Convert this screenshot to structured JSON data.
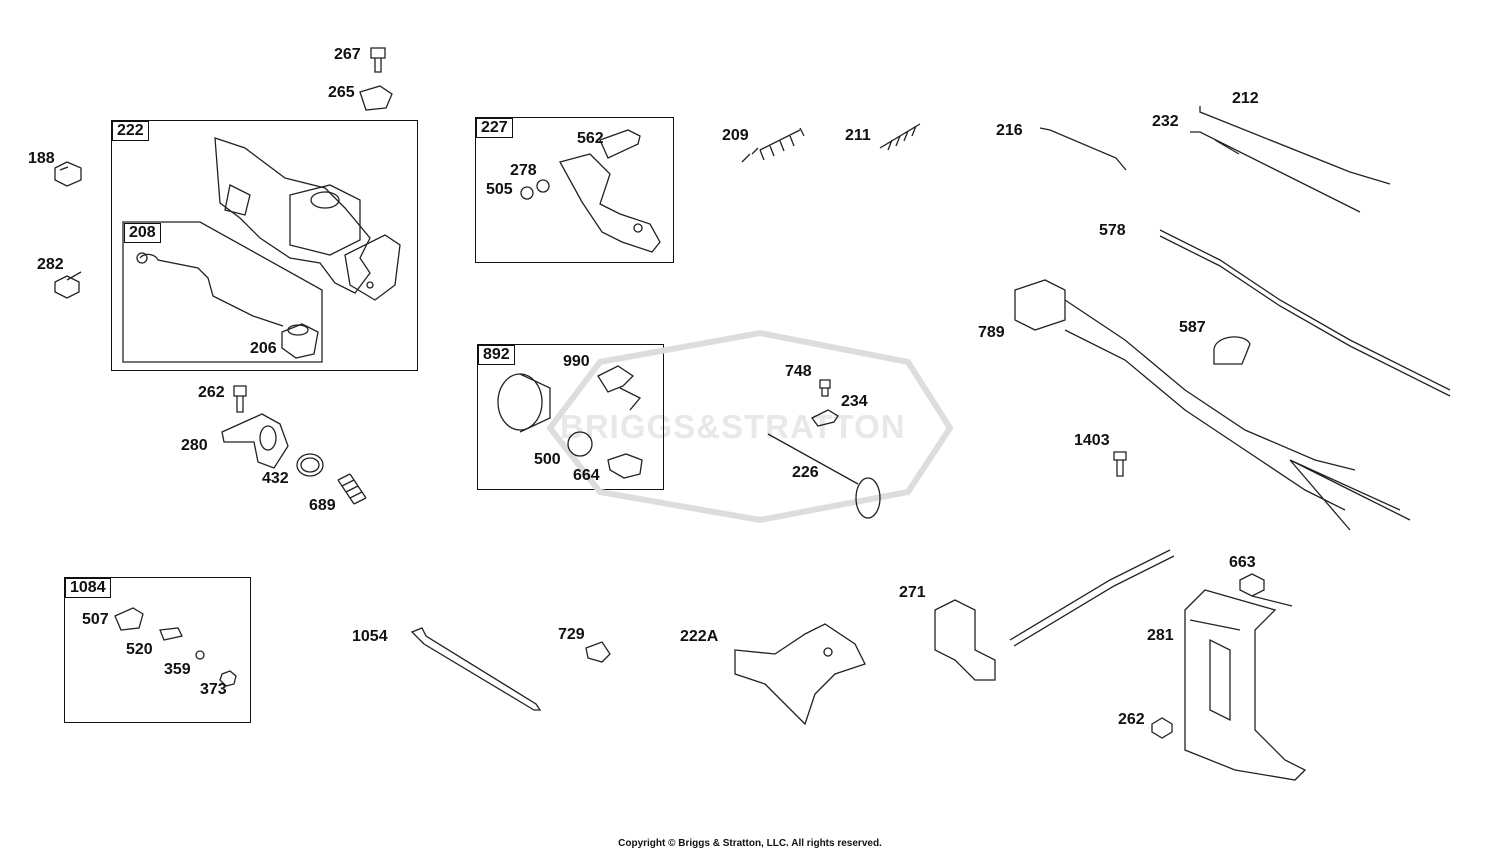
{
  "watermark": "BRIGGS&STRATTON",
  "copyright": "Copyright © Briggs & Stratton, LLC. All rights reserved.",
  "groups": [
    {
      "id": "222"
    },
    {
      "id": "208"
    },
    {
      "id": "227"
    },
    {
      "id": "892"
    },
    {
      "id": "1084"
    }
  ],
  "callouts": [
    "267",
    "265",
    "188",
    "282",
    "206",
    "262",
    "280",
    "432",
    "689",
    "562",
    "278",
    "505",
    "990",
    "500",
    "664",
    "209",
    "211",
    "748",
    "234",
    "226",
    "216",
    "212",
    "232",
    "578",
    "789",
    "587",
    "1403",
    "507",
    "520",
    "359",
    "373",
    "1054",
    "729",
    "222A",
    "271",
    "663",
    "281",
    "262"
  ]
}
